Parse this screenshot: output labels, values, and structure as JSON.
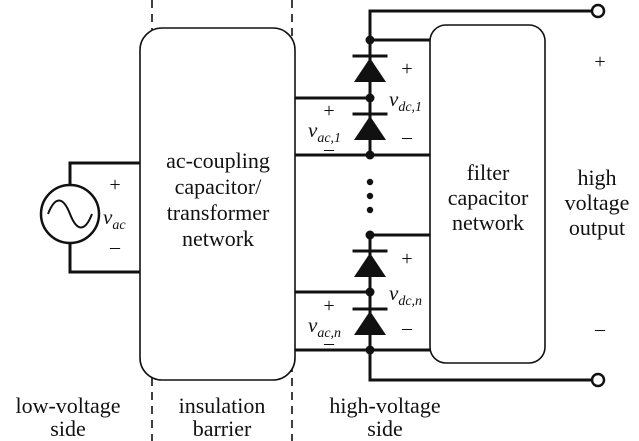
{
  "boxes": {
    "coupling": [
      "ac-coupling",
      "capacitor/",
      "transformer",
      "network"
    ],
    "filter": [
      "filter",
      "capacitor",
      "network"
    ]
  },
  "output_label": [
    "high",
    "voltage",
    "output"
  ],
  "source_label": {
    "base": "v",
    "sub": "ac"
  },
  "stage_labels": {
    "vac1": {
      "base": "v",
      "sub": "ac,1"
    },
    "vdc1": {
      "base": "v",
      "sub": "dc,1"
    },
    "vacn": {
      "base": "v",
      "sub": "ac,n"
    },
    "vdcn": {
      "base": "v",
      "sub": "dc,n"
    }
  },
  "signs": {
    "plus": "+",
    "minus": "–"
  },
  "sides": {
    "low": [
      "low-voltage",
      "side"
    ],
    "insulation": [
      "insulation",
      "barrier"
    ],
    "high": [
      "high-voltage",
      "side"
    ]
  }
}
